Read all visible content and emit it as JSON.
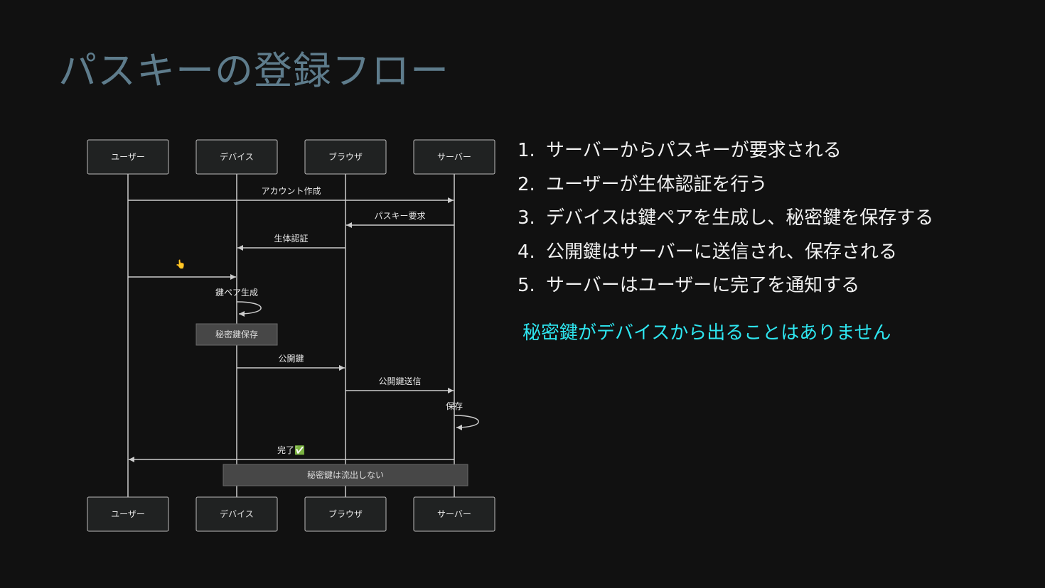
{
  "title": "パスキーの登録フロー",
  "participants": [
    "ユーザー",
    "デバイス",
    "ブラウザ",
    "サーバー"
  ],
  "messages": [
    {
      "from": 0,
      "to": 3,
      "label": "アカウント作成"
    },
    {
      "from": 3,
      "to": 2,
      "label": "パスキー要求"
    },
    {
      "from": 2,
      "to": 1,
      "label": "生体認証"
    },
    {
      "from": 0,
      "to": 1,
      "label": "👆"
    },
    {
      "from": 1,
      "to": 1,
      "label": "鍵ペア生成"
    },
    {
      "note": 1,
      "label": "秘密鍵保存"
    },
    {
      "from": 1,
      "to": 2,
      "label": "公開鍵"
    },
    {
      "from": 2,
      "to": 3,
      "label": "公開鍵送信"
    },
    {
      "from": 3,
      "to": 3,
      "label": "保存"
    },
    {
      "from": 3,
      "to": 0,
      "label": "完了✅"
    },
    {
      "noteSpan": [
        1,
        3
      ],
      "label": "秘密鍵は流出しない"
    }
  ],
  "steps": [
    {
      "num": "1.",
      "text": "サーバーからパスキーが要求される"
    },
    {
      "num": "2.",
      "text": "ユーザーが生体認証を行う"
    },
    {
      "num": "3.",
      "text": "デバイスは鍵ペアを生成し、秘密鍵を保存する"
    },
    {
      "num": "4.",
      "text": "公開鍵はサーバーに送信され、保存される"
    },
    {
      "num": "5.",
      "text": "サーバーはユーザーに完了を通知する"
    }
  ],
  "note": "秘密鍵がデバイスから出ることはありません",
  "colors": {
    "background": "#111111",
    "title": "#5e7c8c",
    "line": "#cccccc",
    "box_fill": "#202222",
    "note_fill": "#474747",
    "accent_note": "#2ee6f0"
  }
}
